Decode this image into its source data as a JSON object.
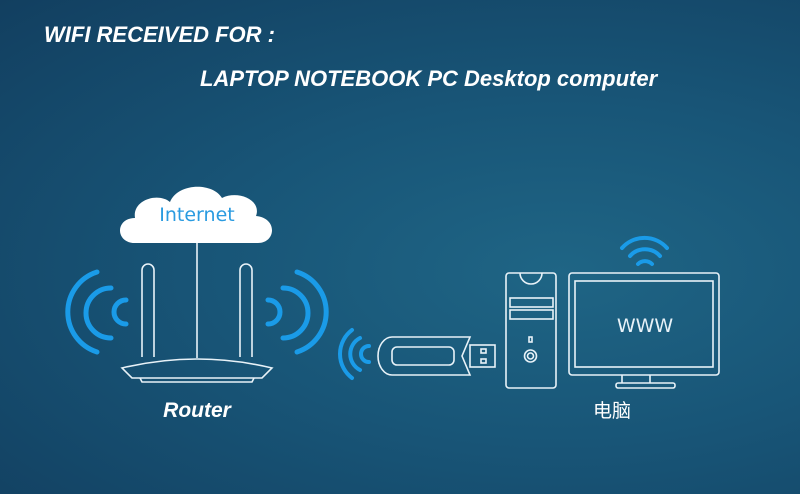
{
  "header": {
    "line1": "WIFI RECEIVED FOR :",
    "line2": "LAPTOP NOTEBOOK  PC Desktop computer"
  },
  "diagram": {
    "cloud_label": "Internet",
    "router_label": "Router",
    "screen_label": "WWW",
    "computer_label": "电脑"
  },
  "colors": {
    "wave": "#1a9be8",
    "outline": "#e8f2f8",
    "label_blue": "#2a9be0"
  }
}
